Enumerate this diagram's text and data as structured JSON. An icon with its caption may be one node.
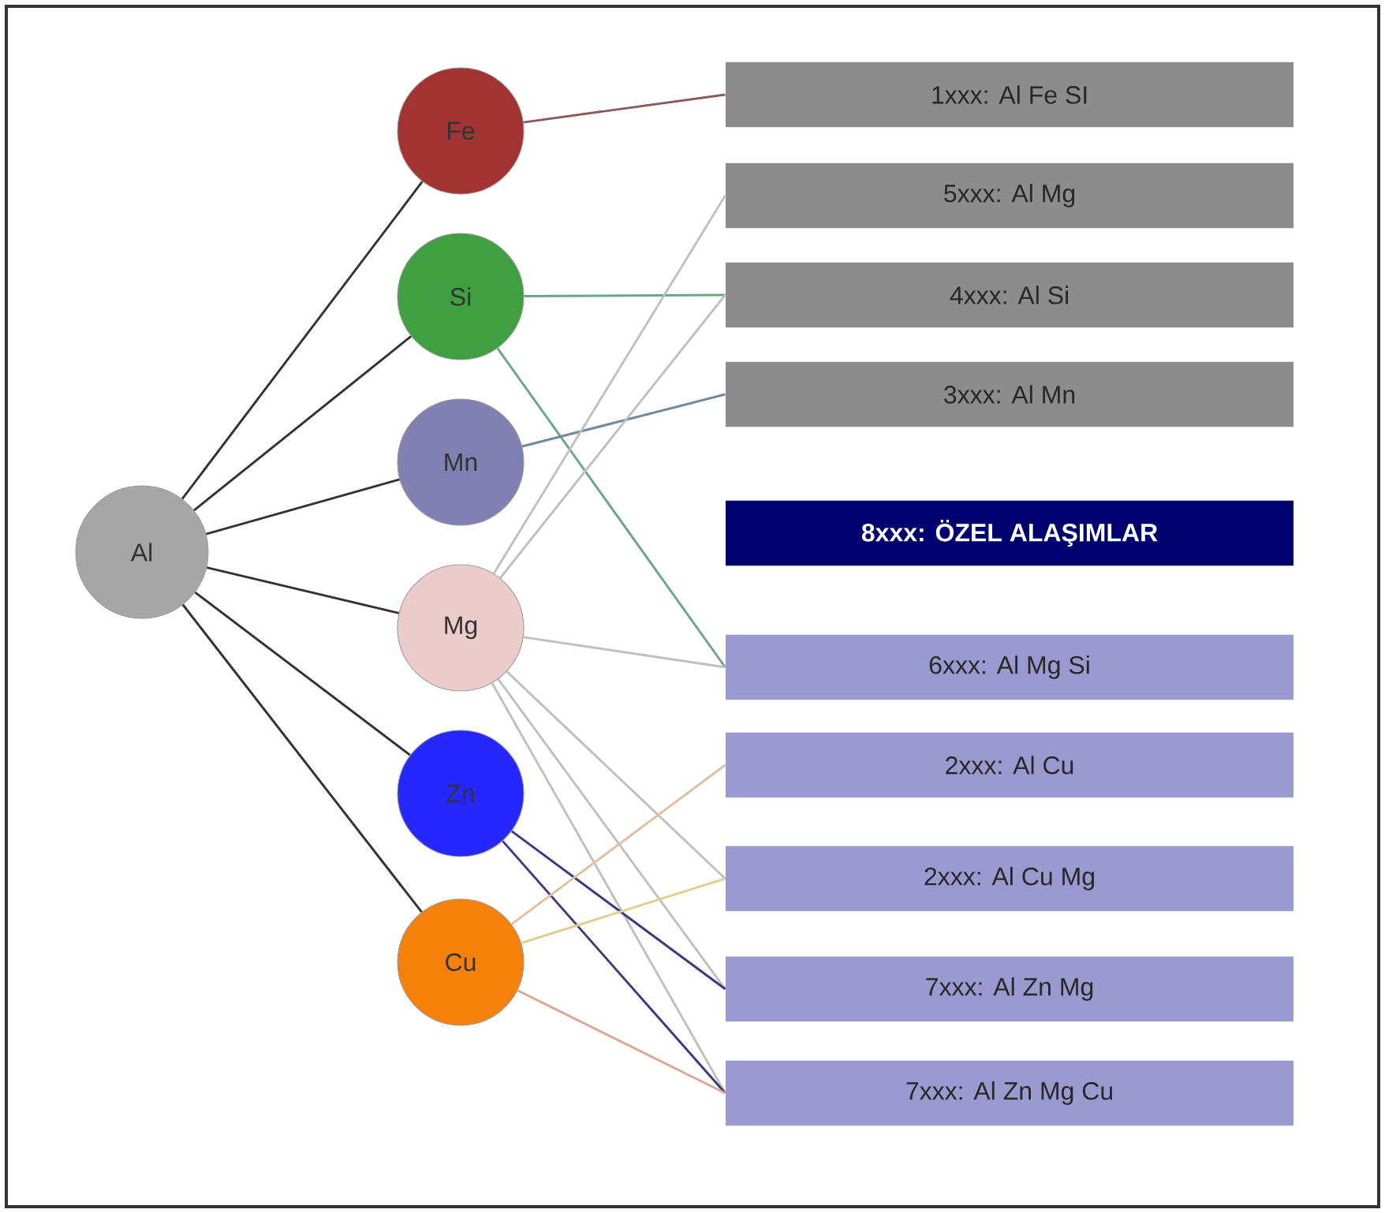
{
  "diagram": {
    "nodes": [
      {
        "text": [
          "Al"
        ]
      },
      {
        "text": [
          "Fe"
        ]
      },
      {
        "text": [
          "Si"
        ]
      },
      {
        "text": [
          "Mn"
        ]
      },
      {
        "text": [
          "Mg"
        ]
      },
      {
        "text": [
          "Zn"
        ]
      },
      {
        "text": [
          "Cu"
        ]
      },
      {
        "text": [
          "1xxx: Al Fe SI"
        ]
      },
      {
        "text": [
          "5xxx: Al Mg"
        ]
      },
      {
        "text": [
          "4xxx: Al Si"
        ]
      },
      {
        "text": [
          "3xxx: Al Mn"
        ]
      },
      {
        "text": [
          "8xxx: ÖZEL ALAŞIMLAR"
        ]
      },
      {
        "text": [
          "6xxx: Al Mg Si"
        ]
      },
      {
        "text": [
          "2xxx: Al Cu"
        ]
      },
      {
        "text": [
          "2xxx: Al Cu Mg"
        ]
      },
      {
        "text": [
          "7xxx: Al Zn Mg"
        ]
      },
      {
        "text": [
          "7xxx: Al Zn Mg Cu"
        ]
      }
    ],
    "edges": [
      {
        "from": 0,
        "to": 1,
        "arrow": "none"
      },
      {
        "from": 0,
        "to": 2,
        "arrow": "none"
      },
      {
        "from": 0,
        "to": 3,
        "arrow": "none"
      },
      {
        "from": 0,
        "to": 4,
        "arrow": "none"
      },
      {
        "from": 0,
        "to": 5,
        "arrow": "none"
      },
      {
        "from": 0,
        "to": 6,
        "arrow": "none"
      },
      {
        "from": 1,
        "to": 7,
        "arrow": "none",
        "color": "#8a5a5a"
      },
      {
        "from": 2,
        "to": 9,
        "arrow": "none",
        "color": "#6aa884"
      },
      {
        "from": 2,
        "to": 12,
        "arrow": "none",
        "color": "#6aa884"
      },
      {
        "from": 3,
        "to": 10,
        "arrow": "none",
        "color": "#7088a0"
      },
      {
        "from": 4,
        "to": 8,
        "arrow": "none",
        "color": "#c0c0c0"
      },
      {
        "from": 4,
        "to": 9,
        "arrow": "none",
        "color": "#c0c0c0"
      },
      {
        "from": 4,
        "to": 12,
        "arrow": "none",
        "color": "#c0c0c0"
      },
      {
        "from": 4,
        "to": 14,
        "arrow": "none",
        "color": "#c0c0c0"
      },
      {
        "from": 4,
        "to": 15,
        "arrow": "none",
        "color": "#c0c0c0"
      },
      {
        "from": 4,
        "to": 16,
        "arrow": "none",
        "color": "#c0c0c0"
      },
      {
        "from": 5,
        "to": 15,
        "arrow": "none",
        "color": "#3a3a80"
      },
      {
        "from": 5,
        "to": 16,
        "arrow": "none",
        "color": "#3a3a80"
      },
      {
        "from": 6,
        "to": 13,
        "arrow": "none",
        "color": "#e0c0a0"
      },
      {
        "from": 6,
        "to": 14,
        "arrow": "none",
        "color": "#e0d090"
      },
      {
        "from": 6,
        "to": 16,
        "arrow": "none",
        "color": "#d8a890"
      }
    ]
  }
}
